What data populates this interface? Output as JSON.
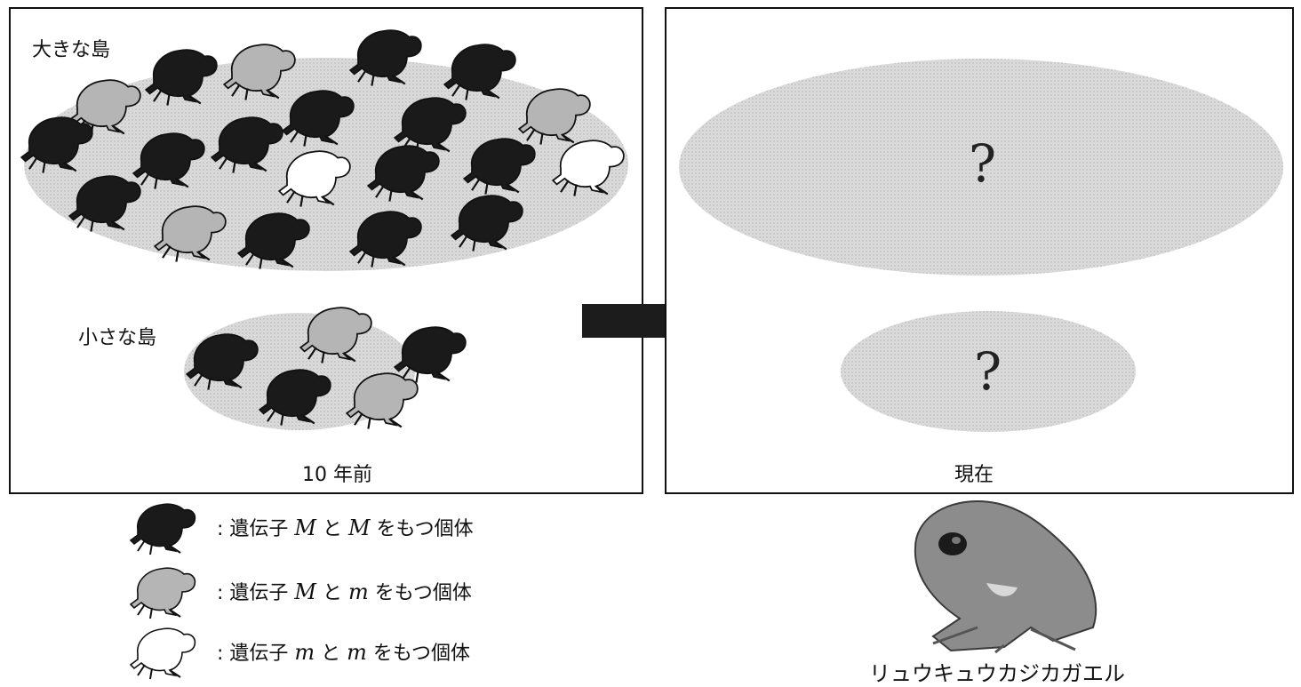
{
  "past_panel": {
    "large_island_label": "大きな島",
    "small_island_label": "小さな島",
    "caption": "10 年前"
  },
  "now_panel": {
    "large_island_mark": "?",
    "small_island_mark": "?",
    "caption": "現在"
  },
  "legend": [
    {
      "prefix": ": 遺伝子 ",
      "g1": "M",
      "mid": " と ",
      "g2": "M",
      "suffix": " をもつ個体",
      "type": "MM"
    },
    {
      "prefix": ": 遺伝子 ",
      "g1": "M",
      "mid": " と ",
      "g2": "m",
      "suffix": " をもつ個体",
      "type": "Mm"
    },
    {
      "prefix": ": 遺伝子 ",
      "g1": "m",
      "mid": " と ",
      "g2": "m",
      "suffix": " をもつ個体",
      "type": "mm"
    }
  ],
  "species_caption": "リュウキュウカジカガエル",
  "colors": {
    "MM": "#1a1a1a",
    "Mm": "#b5b5b5",
    "mm": "#ffffff",
    "island": "#d9d9d9",
    "arrow": "#1c1c1c"
  }
}
